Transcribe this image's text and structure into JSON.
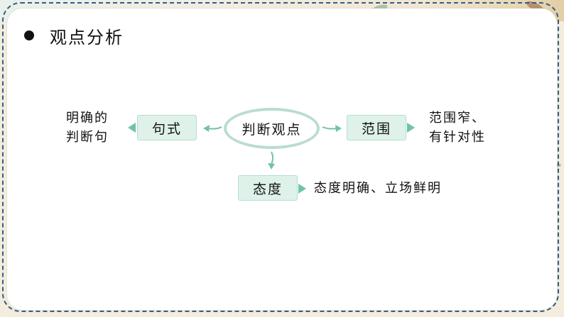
{
  "slide": {
    "title": "观点分析"
  },
  "diagram": {
    "center": "判断观点",
    "branches": [
      {
        "label": "句式",
        "description_lines": [
          "明确的",
          "判断句"
        ]
      },
      {
        "label": "范围",
        "description_lines": [
          "范围窄、",
          "有针对性"
        ]
      },
      {
        "label": "态度",
        "description_lines": [
          "态度明确、立场鲜明"
        ]
      }
    ]
  },
  "colors": {
    "node_fill": "#dff2ea",
    "arrow": "#6fc3a8",
    "center_ring": "#b9ddd0",
    "frame_dash": "#2f5f8e"
  }
}
